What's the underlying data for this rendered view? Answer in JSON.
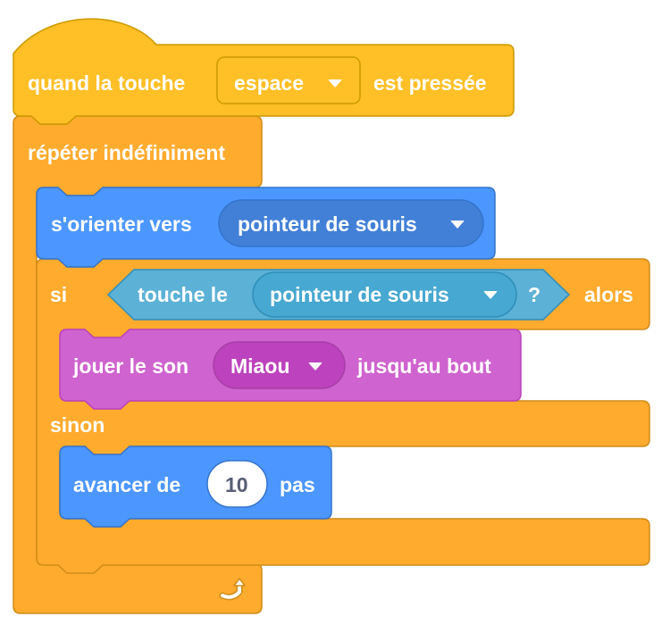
{
  "colors": {
    "events": "#FFBF26",
    "events_border": "#CC9900",
    "control": "#FFAB2E",
    "control_border": "#CF8B17",
    "motion": "#4C97FF",
    "motion_border": "#3373CC",
    "sensing": "#5CB1D6",
    "sensing_border": "#2E8EB8",
    "sound": "#CF63CF",
    "sound_border": "#BD42BD"
  },
  "hat_block": {
    "prefix": "quand la touche",
    "key_menu": {
      "value": "espace",
      "icon": "chevron-down-icon"
    },
    "suffix": "est pressée"
  },
  "forever_block": {
    "label": "répéter indéfiniment",
    "loop_icon": "loop-arrow-icon"
  },
  "point_towards_block": {
    "label": "s'orienter vers",
    "target_menu": {
      "value": "pointeur de souris",
      "icon": "chevron-down-icon"
    }
  },
  "if_else_block": {
    "if_label": "si",
    "then_label": "alors",
    "else_label": "sinon",
    "condition": {
      "label": "touche le",
      "target_menu": {
        "value": "pointeur de souris",
        "icon": "chevron-down-icon"
      },
      "question": "?"
    }
  },
  "play_sound_block": {
    "label": "jouer le son",
    "sound_menu": {
      "value": "Miaou",
      "icon": "chevron-down-icon"
    },
    "suffix": "jusqu'au bout"
  },
  "move_block": {
    "prefix": "avancer de",
    "steps": "10",
    "suffix": "pas"
  }
}
